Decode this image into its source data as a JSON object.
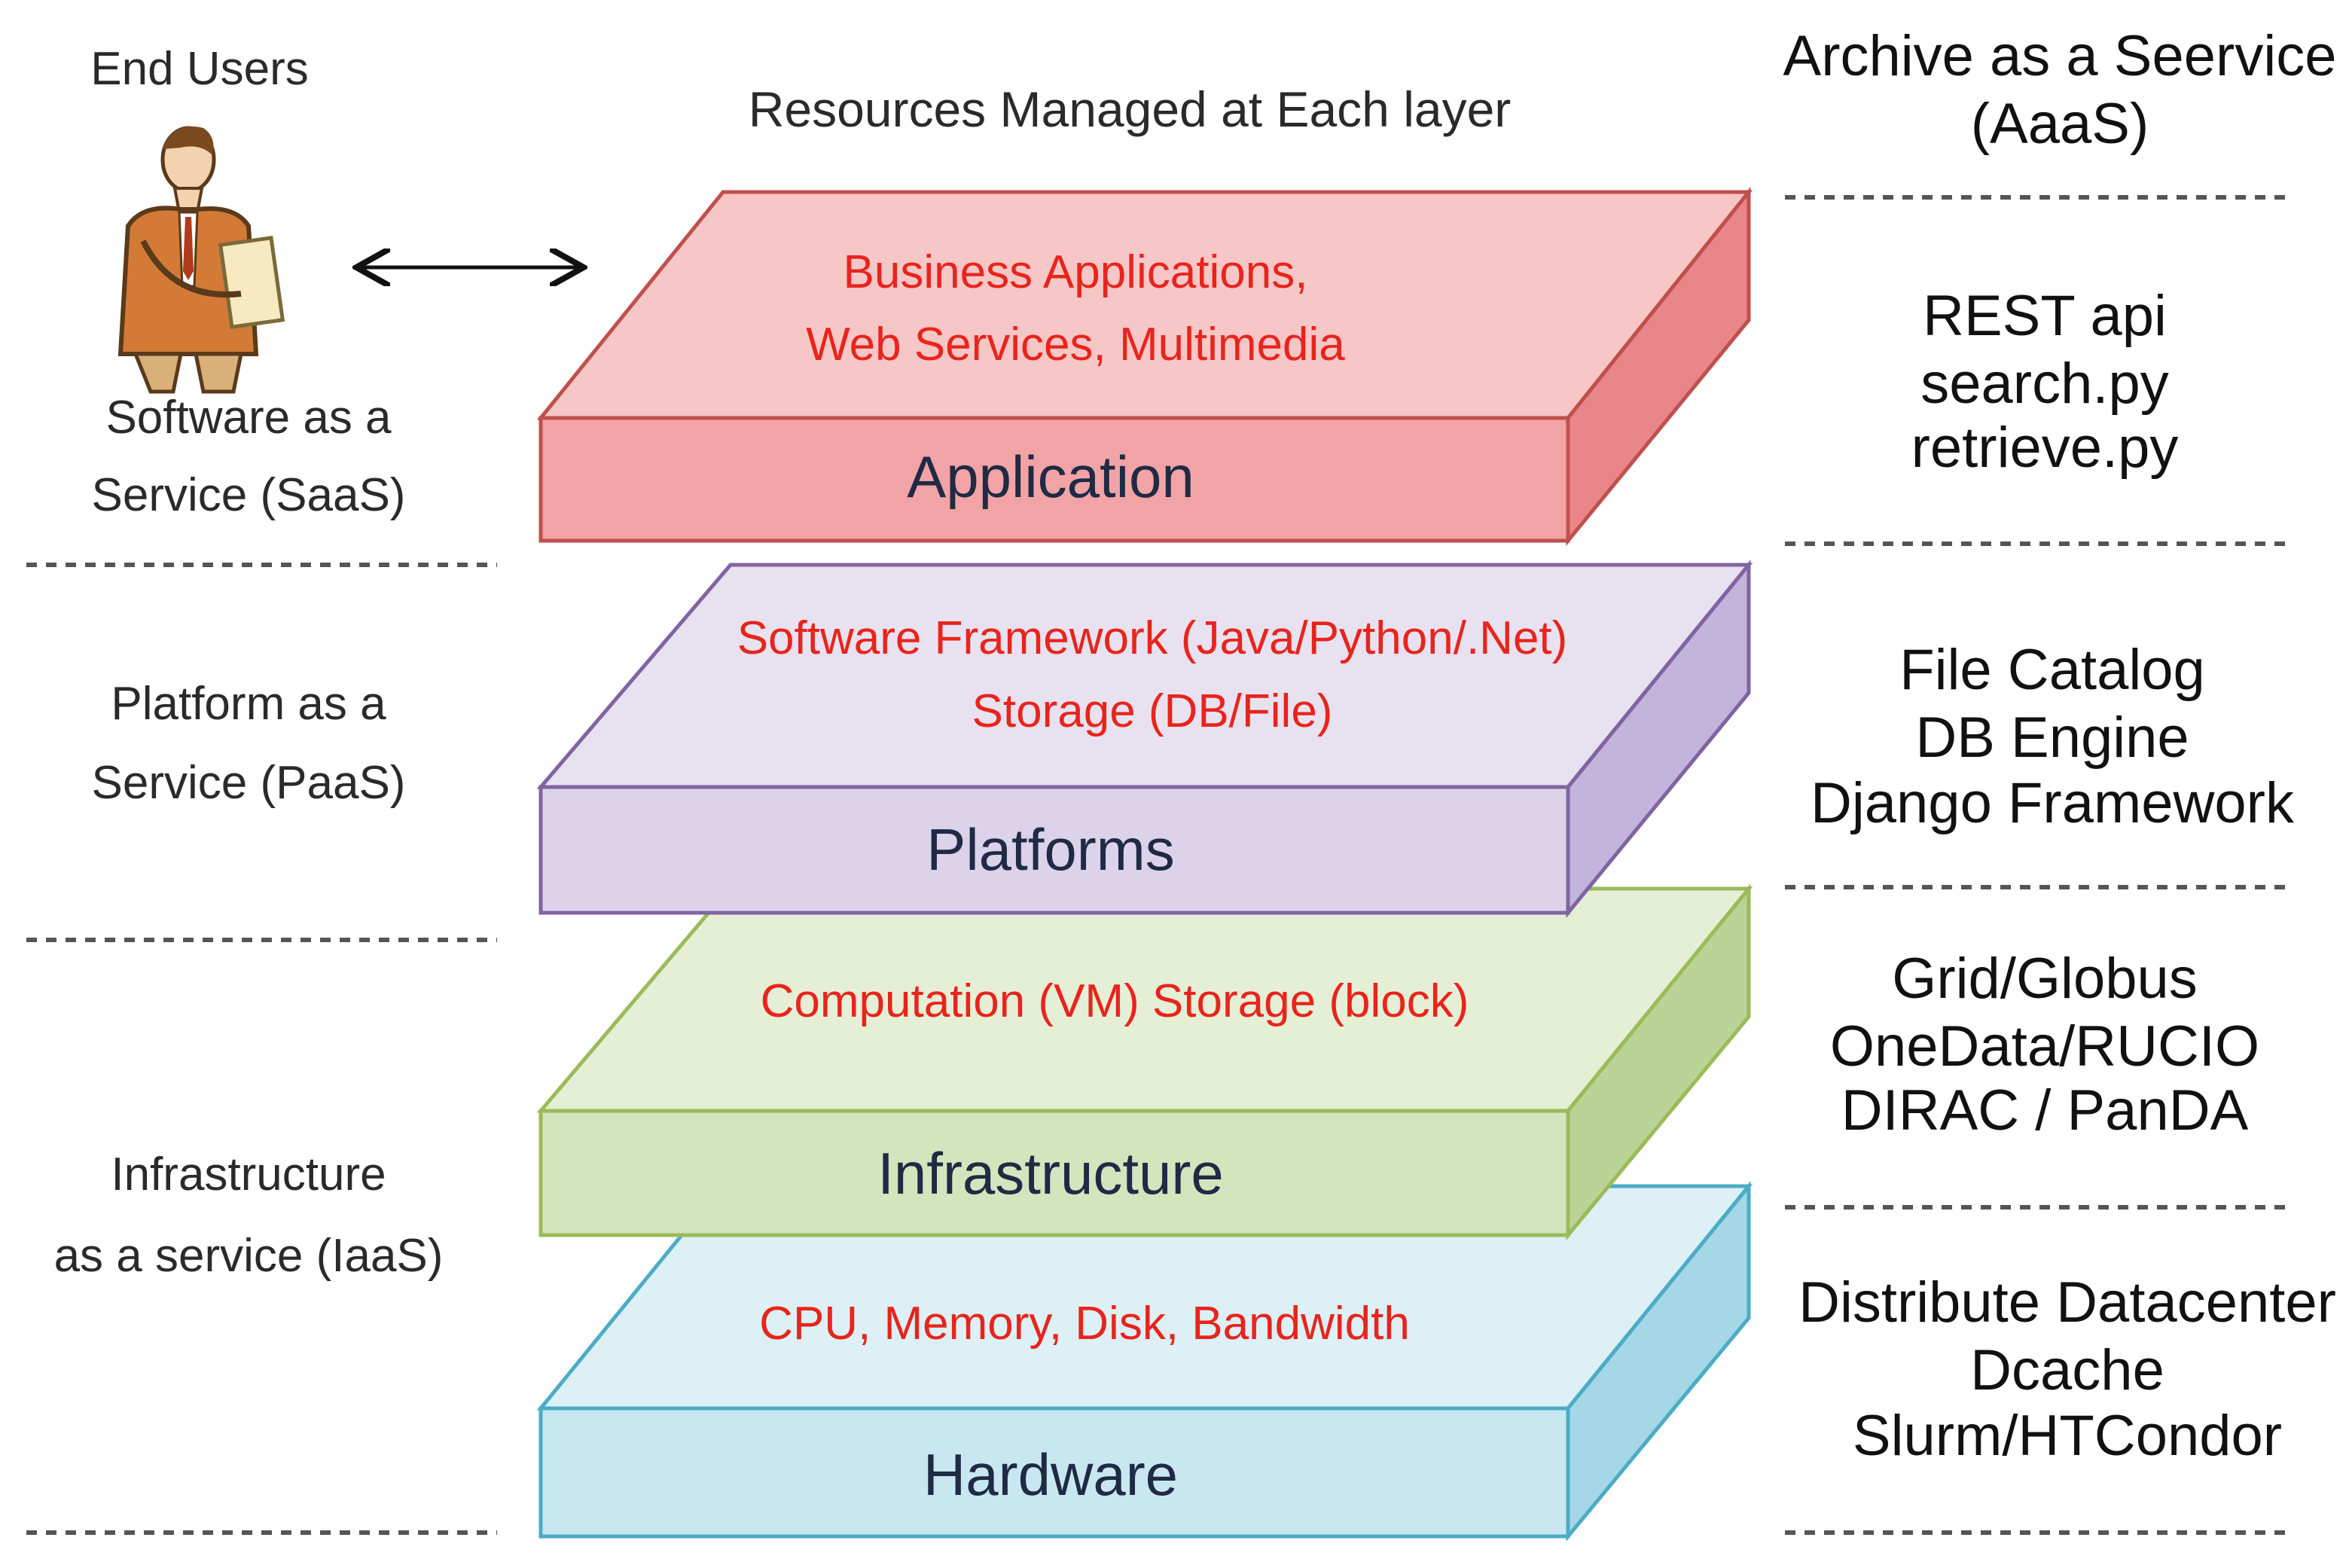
{
  "header": {
    "resources_title": "Resources Managed at Each layer",
    "aaas_title_line1": "Archive as a Seervice",
    "aaas_title_line2": "(AaaS)"
  },
  "left": {
    "end_users": "End Users",
    "saas_line1": "Software as a",
    "saas_line2": "Service (SaaS)",
    "paas_line1": "Platform as a",
    "paas_line2": "Service (PaaS)",
    "iaas_line1": "Infrastructure",
    "iaas_line2": "as a service (IaaS)"
  },
  "layers": [
    {
      "name": "Application",
      "desc": [
        "Business Applications,",
        "Web Services,  Multimedia"
      ],
      "colors": {
        "top": "#f7c6c6",
        "front": "#f2a3a5",
        "side": "#e8868a",
        "stroke": "#c0504d"
      }
    },
    {
      "name": "Platforms",
      "desc": [
        "Software Framework (Java/Python/.Net)",
        "Storage (DB/File)"
      ],
      "colors": {
        "top": "#e8e1f0",
        "front": "#dcd2ea",
        "side": "#c3b4db",
        "stroke": "#8064a2"
      }
    },
    {
      "name": "Infrastructure",
      "desc": [
        "Computation (VM)  Storage (block)"
      ],
      "colors": {
        "top": "#e5efd6",
        "front": "#d3e5bd",
        "side": "#b9d496",
        "stroke": "#9bbb59"
      }
    },
    {
      "name": "Hardware",
      "desc": [
        "CPU, Memory, Disk, Bandwidth"
      ],
      "colors": {
        "top": "#dcf0f6",
        "front": "#c8e7f1",
        "side": "#a6d7e6",
        "stroke": "#4bacc6"
      }
    }
  ],
  "right": {
    "saas": [
      "REST api",
      "search.py",
      "retrieve.py"
    ],
    "paas": [
      "File Catalog",
      "DB Engine",
      "Django Framework"
    ],
    "iaas_upper": [
      "Grid/Globus",
      "OneData/RUCIO",
      "DIRAC / PanDA"
    ],
    "iaas_lower": [
      "Distribute Datacenter",
      "Dcache",
      "Slurm/HTCondor"
    ]
  }
}
